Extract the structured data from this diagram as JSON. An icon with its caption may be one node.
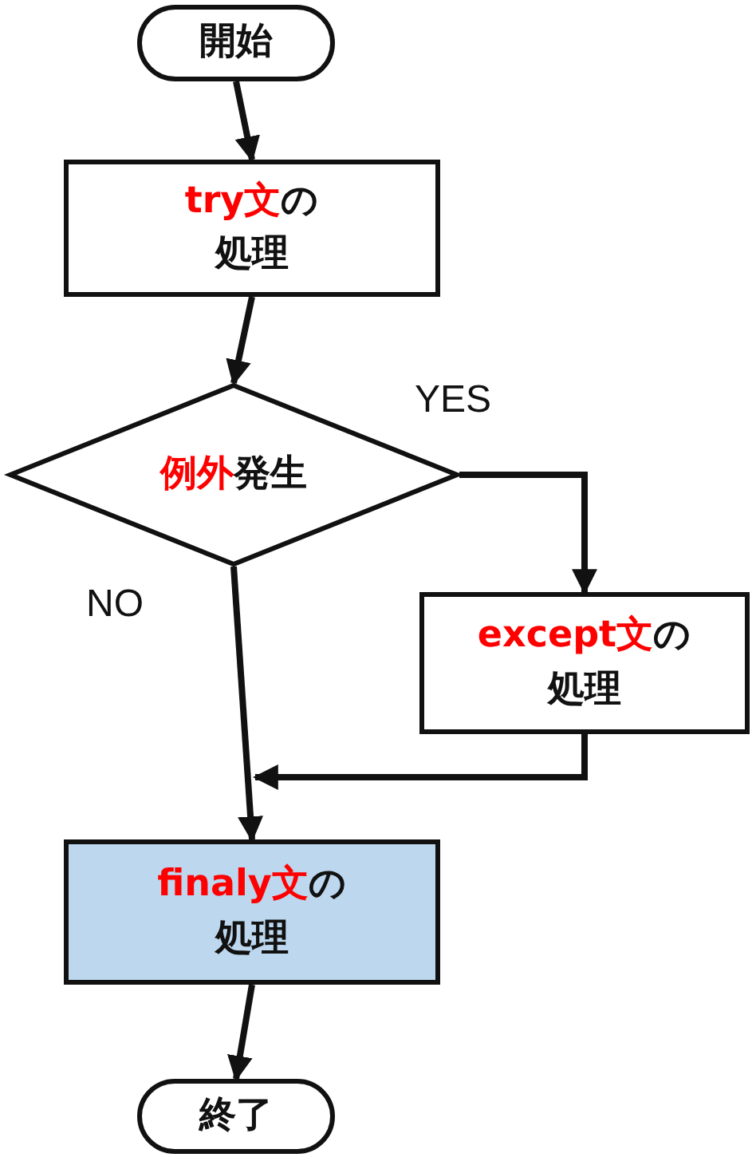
{
  "diagram": {
    "nodes": [
      {
        "text": [
          "開始"
        ]
      },
      {
        "text": [
          "**try文**の処理"
        ]
      },
      {
        "text": [
          "**例外**発生"
        ]
      },
      {
        "text": [
          "**except文**の処理"
        ]
      },
      {
        "text": [
          "**finaly文**の処理"
        ]
      },
      {
        "text": [
          "終了"
        ]
      }
    ],
    "edges": [
      {
        "from": 0,
        "to": 1,
        "arrow": "to"
      },
      {
        "from": 1,
        "to": 2,
        "arrow": "to"
      },
      {
        "from": 2,
        "to": 3,
        "arrow": "to",
        "label": "YES"
      },
      {
        "from": 2,
        "to": 4,
        "arrow": "to",
        "label": "NO"
      },
      {
        "from": 3,
        "to": 4,
        "arrow": "to"
      },
      {
        "from": 4,
        "to": 5,
        "arrow": "to"
      }
    ]
  }
}
